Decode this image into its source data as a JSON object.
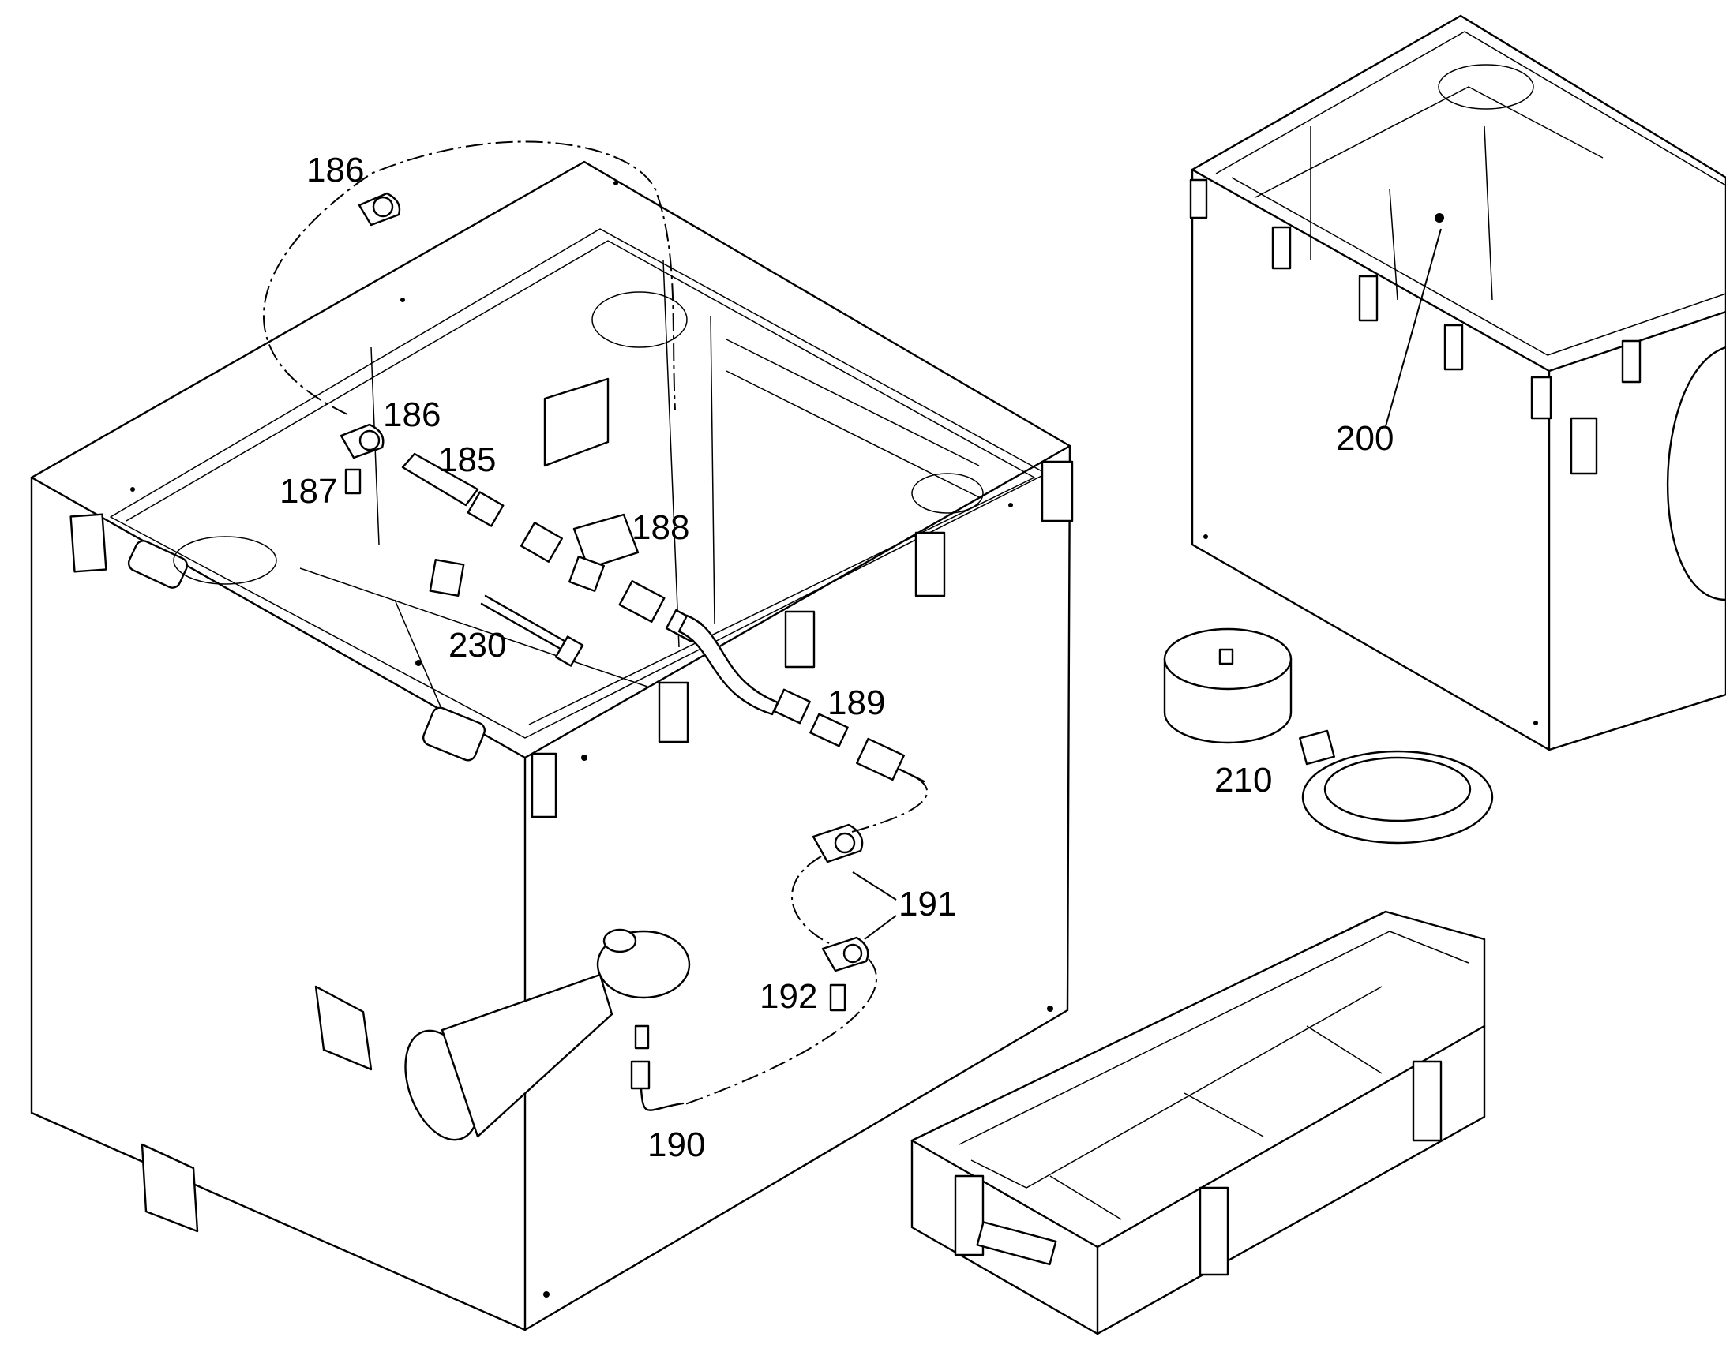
{
  "callouts": {
    "c186a": "186",
    "c186b": "186",
    "c185": "185",
    "c187": "187",
    "c188": "188",
    "c230": "230",
    "c189": "189",
    "c191": "191",
    "c192": "192",
    "c190": "190",
    "c200": "200",
    "c210": "210"
  },
  "icons": {
    "pipe_clamp": "pipe-clamp-icon",
    "screw": "screw-icon",
    "hose": "hose-icon",
    "air_horn": "air-horn-icon",
    "solenoid_valve": "solenoid-valve-icon",
    "fitting": "fitting-icon",
    "drum": "drum-icon",
    "hose_coil": "hose-coil-icon"
  },
  "colors": {
    "line": "#000000",
    "background": "#ffffff",
    "shade": "#9a9a9a"
  }
}
